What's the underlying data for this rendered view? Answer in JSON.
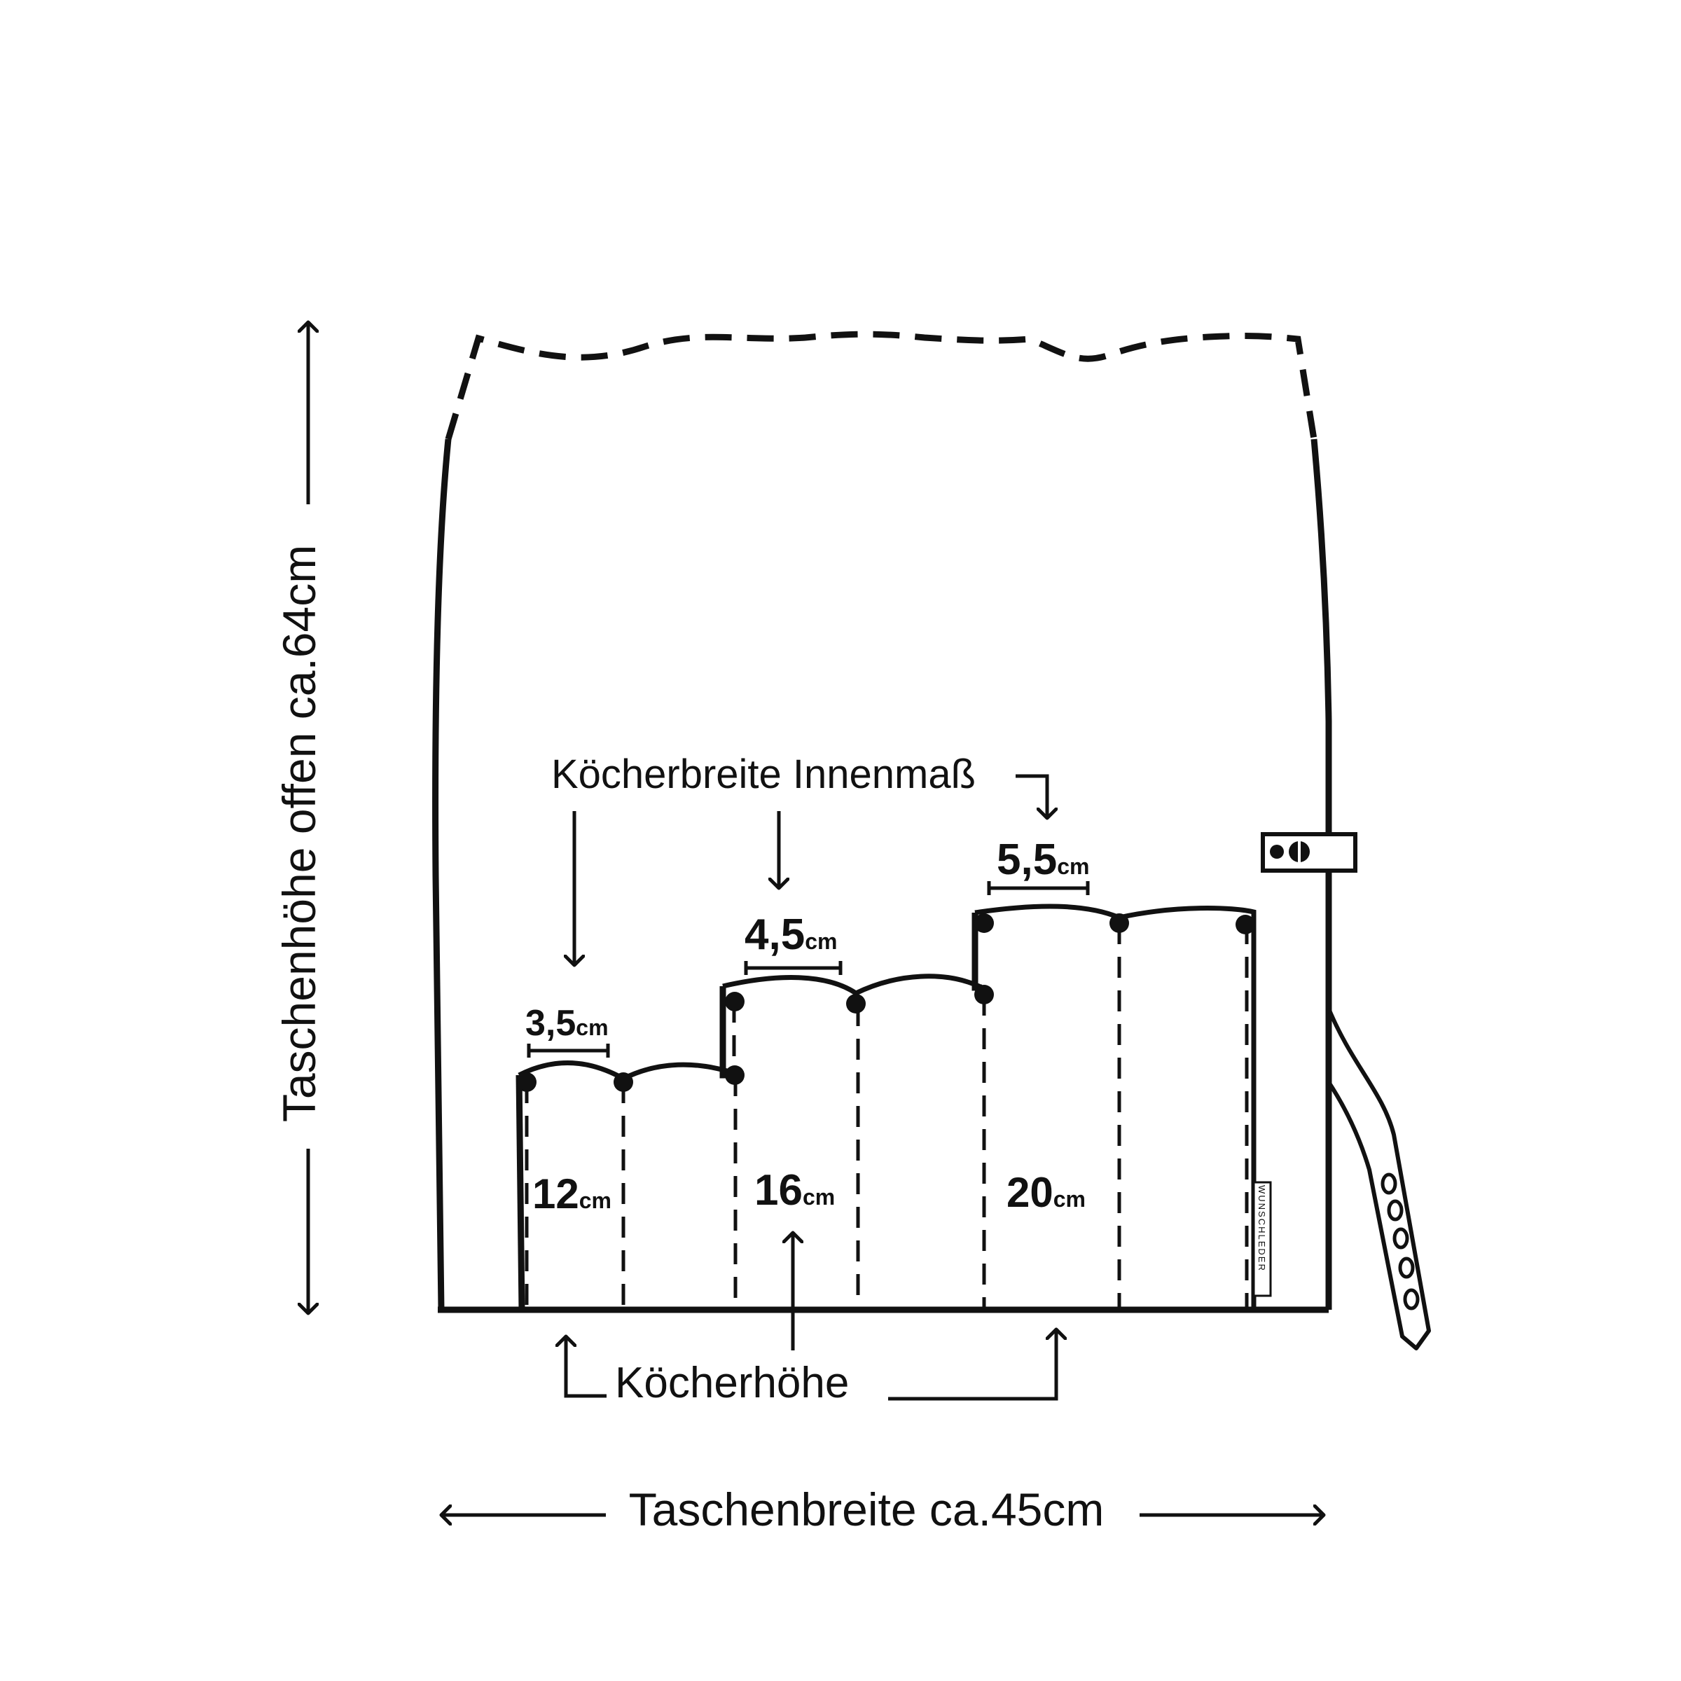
{
  "labels": {
    "height_open": "Taschenhöhe offen ca.64cm",
    "width": "Taschenbreite ca.45cm",
    "quiver_width_inner": "Köcherbreite Innenmaß",
    "quiver_height": "Köcherhöhe"
  },
  "quivers": [
    {
      "width_value": "3,5",
      "width_unit": "cm",
      "height_value": "12",
      "height_unit": "cm"
    },
    {
      "width_value": "4,5",
      "width_unit": "cm",
      "height_value": "16",
      "height_unit": "cm"
    },
    {
      "width_value": "5,5",
      "width_unit": "cm",
      "height_value": "20",
      "height_unit": "cm"
    }
  ],
  "brand_tag": "WUNSCHLEDER",
  "colors": {
    "ink": "#111111",
    "background": "#ffffff"
  }
}
